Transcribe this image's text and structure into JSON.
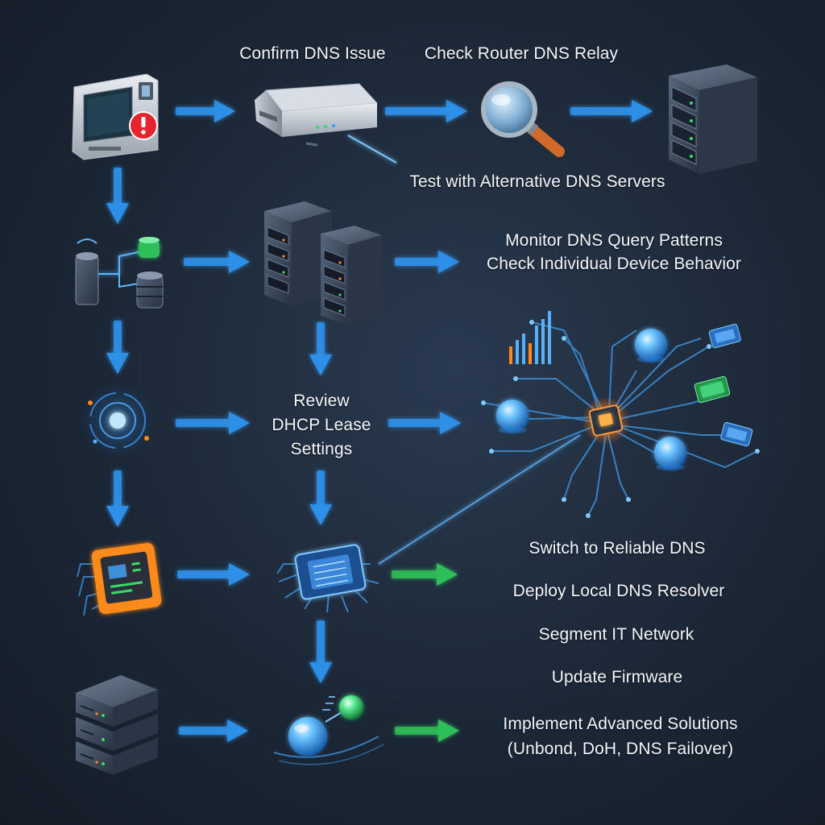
{
  "labels": {
    "confirm_dns_issue": "Confirm DNS Issue",
    "check_router_relay": "Check Router DNS Relay",
    "test_alt_dns": "Test with Alternative DNS Servers",
    "monitor_query_patterns": "Monitor DNS Query Patterns",
    "check_device_behavior": "Check Individual Device Behavior",
    "review_dhcp": [
      "Review",
      "DHCP Lease",
      "Settings"
    ],
    "switch_reliable_dns": "Switch to Reliable DNS",
    "deploy_local_resolver": "Deploy Local DNS Resolver",
    "segment_it_network": "Segment IT Network",
    "update_firmware": "Update Firmware",
    "implement_advanced": [
      "Implement Advanced Solutions",
      "(Unbond, DoH, DNS Failover)"
    ]
  },
  "icons": [
    "alert-device-icon",
    "router-icon",
    "magnifier-icon",
    "server-tower-icon",
    "database-network-icon",
    "server-pair-icon",
    "glowing-node-icon",
    "circuit-hub-icon",
    "display-board-icon",
    "chip-icon",
    "server-stack-icon",
    "glass-orbs-icon"
  ],
  "colors": {
    "background": "#1c2736",
    "arrow_blue": "#2f8fe6",
    "arrow_green": "#2fbf5a",
    "alert_red": "#e5242e",
    "glow_orange": "#ff8a1c",
    "glow_green": "#3de07a"
  }
}
